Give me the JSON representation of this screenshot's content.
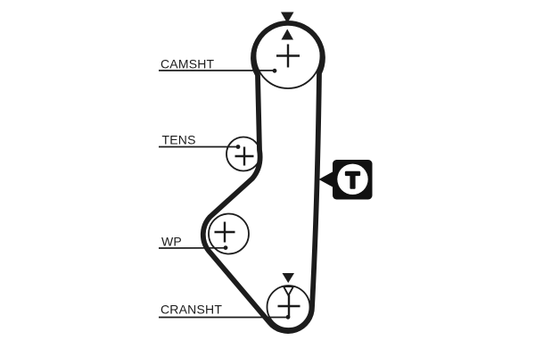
{
  "diagram": {
    "type": "timing-belt-routing",
    "pulleys": [
      {
        "id": "camshaft",
        "label": "CAMSHT"
      },
      {
        "id": "tensioner",
        "label": "TENS"
      },
      {
        "id": "water-pump",
        "label": "WP"
      },
      {
        "id": "crankshaft",
        "label": "CRANSHT"
      }
    ],
    "tension_badge": {
      "label": "T",
      "bg": "#111111",
      "fg": "#ffffff"
    },
    "colors": {
      "line": "#1c1c1c",
      "background": "#ffffff"
    }
  }
}
